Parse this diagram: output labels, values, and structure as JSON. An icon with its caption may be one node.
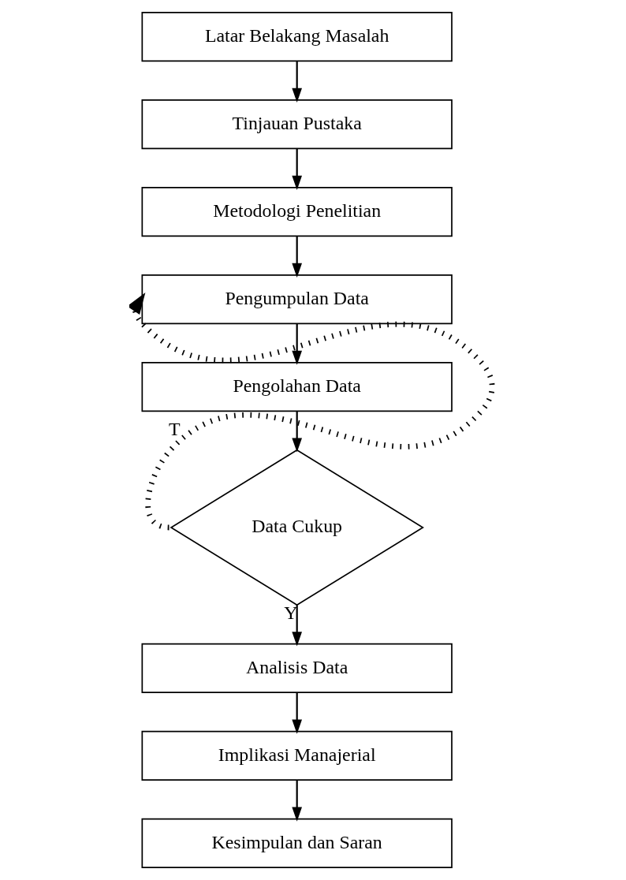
{
  "diagram": {
    "nodes": [
      {
        "text": [
          "Latar Belakang Masalah"
        ]
      },
      {
        "text": [
          "Tinjauan Pustaka"
        ]
      },
      {
        "text": [
          "Metodologi Penelitian"
        ]
      },
      {
        "text": [
          "Pengumpulan Data"
        ]
      },
      {
        "text": [
          "Pengolahan Data"
        ]
      },
      {
        "text": [
          "Data Cukup"
        ]
      },
      {
        "text": [
          "Analisis Data"
        ]
      },
      {
        "text": [
          "Implikasi Manajerial"
        ]
      },
      {
        "text": [
          "Kesimpulan dan Saran"
        ]
      }
    ],
    "edges": [
      {
        "from": 0,
        "to": 1,
        "arrow": "to"
      },
      {
        "from": 1,
        "to": 2,
        "arrow": "to"
      },
      {
        "from": 2,
        "to": 3,
        "arrow": "to"
      },
      {
        "from": 3,
        "to": 4,
        "arrow": "to"
      },
      {
        "from": 4,
        "to": 5,
        "arrow": "to"
      },
      {
        "from": 5,
        "to": 3,
        "arrow": "to",
        "label": "T",
        "style": "dashed"
      },
      {
        "from": 5,
        "to": 6,
        "arrow": "to",
        "label": "Y"
      },
      {
        "from": 6,
        "to": 7,
        "arrow": "to"
      },
      {
        "from": 7,
        "to": 8,
        "arrow": "to"
      }
    ]
  }
}
